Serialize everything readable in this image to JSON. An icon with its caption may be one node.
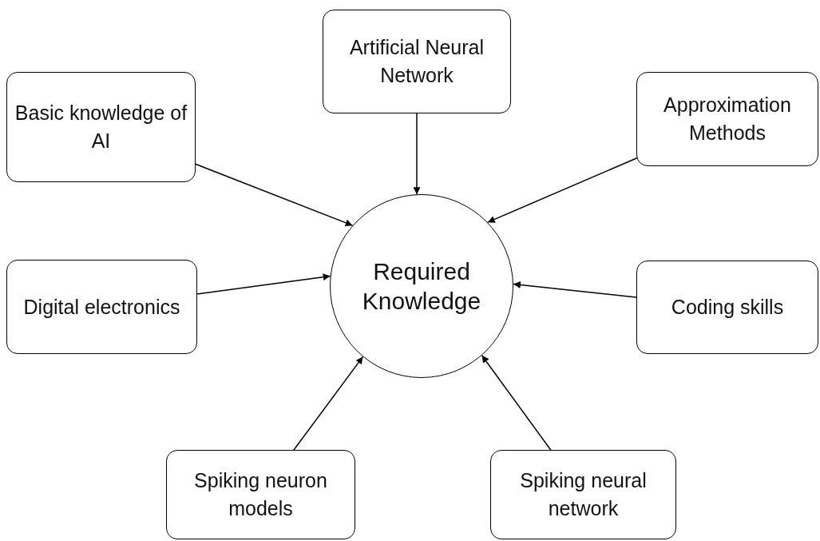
{
  "diagram": {
    "nodes": [
      {
        "text": [
          "Required Knowledge"
        ]
      },
      {
        "text": [
          "Artificial Neural Network"
        ]
      },
      {
        "text": [
          "Basic knowledge of AI"
        ]
      },
      {
        "text": [
          "Approximation Methods"
        ]
      },
      {
        "text": [
          "Digital electronics"
        ]
      },
      {
        "text": [
          "Coding skills"
        ]
      },
      {
        "text": [
          "Spiking neuron models"
        ]
      },
      {
        "text": [
          "Spiking neural network"
        ]
      }
    ],
    "edges": [
      {
        "from": 1,
        "to": 0,
        "arrow": "to"
      },
      {
        "from": 2,
        "to": 0,
        "arrow": "to"
      },
      {
        "from": 3,
        "to": 0,
        "arrow": "to"
      },
      {
        "from": 4,
        "to": 0,
        "arrow": "to"
      },
      {
        "from": 5,
        "to": 0,
        "arrow": "to"
      },
      {
        "from": 6,
        "to": 0,
        "arrow": "to"
      },
      {
        "from": 7,
        "to": 0,
        "arrow": "to"
      }
    ]
  }
}
